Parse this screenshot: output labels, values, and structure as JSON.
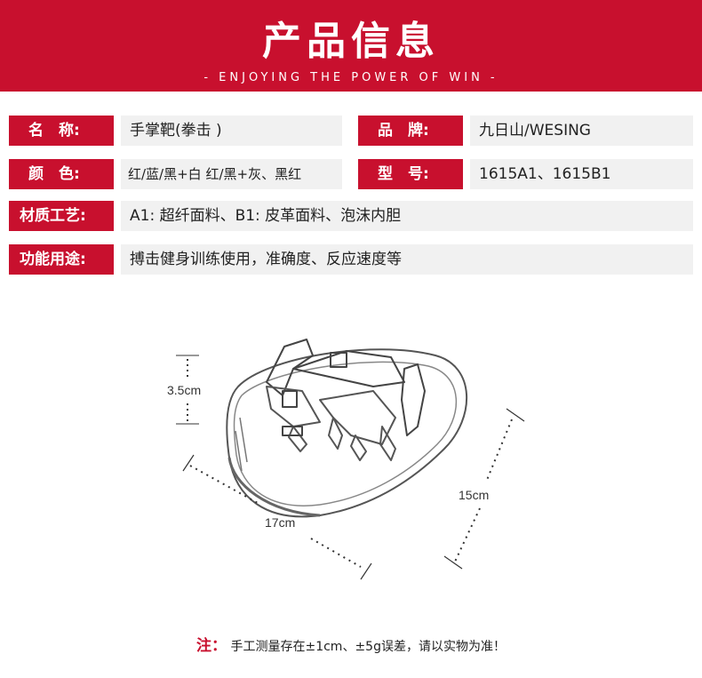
{
  "header": {
    "title": "产品信息",
    "subtitle": "- ENJOYING THE POWER OF WIN -"
  },
  "specs": {
    "name": {
      "label": "名　称:",
      "value": "手掌靶(拳击 )"
    },
    "brand": {
      "label": "品　牌:",
      "value": "九日山/WESING"
    },
    "color": {
      "label": "颜　色:",
      "value": "红/蓝/黑+白  红/黑+灰、黑红"
    },
    "model": {
      "label": "型　号:",
      "value": "1615A1、1615B1"
    },
    "material": {
      "label": "材质工艺:",
      "value": "A1: 超纤面料、B1: 皮革面料、泡沫内胆"
    },
    "usage": {
      "label": "功能用途:",
      "value": "搏击健身训练使用，准确度、反应速度等"
    }
  },
  "dimensions": {
    "height": "3.5cm",
    "length": "17cm",
    "width": "15cm"
  },
  "note": {
    "mark": "注：",
    "text": "手工测量存在±1cm、±5g误差，请以实物为准！"
  },
  "colors": {
    "accent": "#c8102e",
    "value_bg": "#f1f1f1"
  }
}
